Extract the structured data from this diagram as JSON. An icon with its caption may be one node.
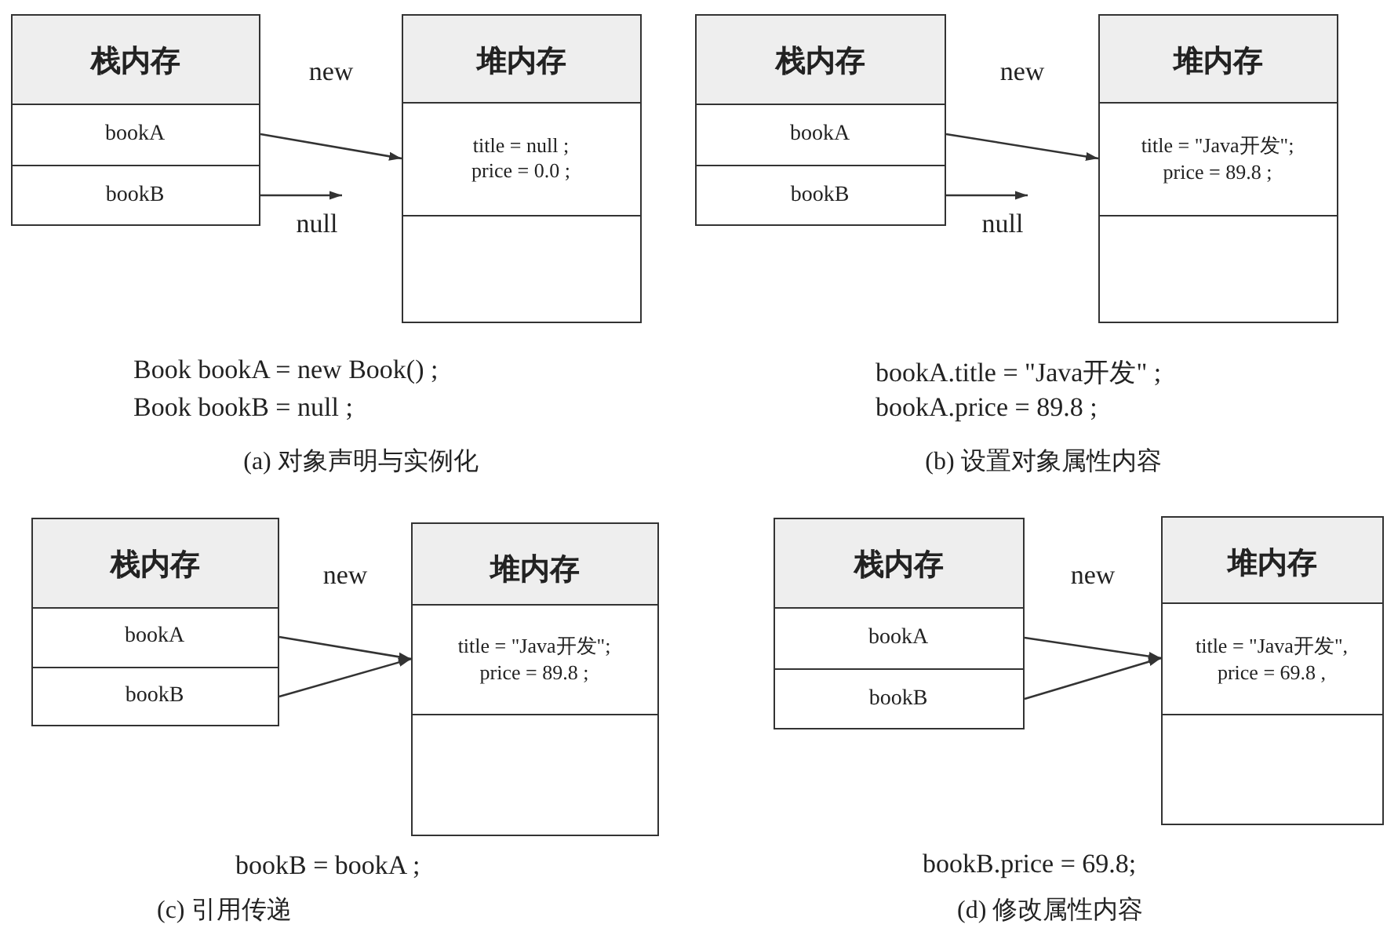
{
  "diagram": {
    "nodes": [
      {
        "text": [
          "栈内存"
        ]
      },
      {
        "text": [
          "bookA"
        ],
        "in": 0
      },
      {
        "text": [
          "bookB"
        ],
        "in": 0
      },
      {
        "text": [
          "堆内存"
        ]
      },
      {
        "text": [
          "title = null ; price = 0.0 ;"
        ],
        "in": 3
      },
      {
        "text": [],
        "shape": "box",
        "in": 3
      },
      {
        "text": [
          "栈内存"
        ]
      },
      {
        "text": [
          "bookA"
        ],
        "in": 6
      },
      {
        "text": [
          "bookB"
        ],
        "in": 6
      },
      {
        "text": [
          "堆内存"
        ]
      },
      {
        "text": [
          "title = \"Java开发\"; price = 89.8 ;"
        ],
        "in": 9
      },
      {
        "text": [],
        "shape": "box",
        "in": 9
      },
      {
        "text": [
          "栈内存"
        ]
      },
      {
        "text": [
          "bookA"
        ],
        "in": 12
      },
      {
        "text": [
          "bookB"
        ],
        "in": 12
      },
      {
        "text": [
          "堆内存"
        ]
      },
      {
        "text": [
          "title = \"Java开发\"; price = 89.8 ;"
        ],
        "in": 15
      },
      {
        "text": [],
        "shape": "box",
        "in": 15
      },
      {
        "text": [
          "栈内存"
        ]
      },
      {
        "text": [
          "bookA"
        ],
        "in": 18
      },
      {
        "text": [
          "bookB"
        ],
        "in": 18
      },
      {
        "text": [
          "堆内存"
        ]
      },
      {
        "text": [
          "title = \"Java开发\", price = 69.8 ,"
        ],
        "in": 21
      },
      {
        "text": [],
        "shape": "box",
        "in": 21
      }
    ],
    "edges": [
      {
        "from": 1,
        "to": 4,
        "arrow": "to",
        "label": "new"
      },
      {
        "from": 2,
        "to": null,
        "arrow": "to",
        "label": "null"
      },
      {
        "from": 7,
        "to": 10,
        "arrow": "to",
        "label": "new"
      },
      {
        "from": 8,
        "to": null,
        "arrow": "to",
        "label": "null"
      },
      {
        "from": 13,
        "to": 16,
        "arrow": "to",
        "label": "new"
      },
      {
        "from": 14,
        "to": 16,
        "arrow": "to"
      },
      {
        "from": 19,
        "to": 22,
        "arrow": "to",
        "label": "new"
      },
      {
        "from": 20,
        "to": 22,
        "arrow": "to"
      }
    ],
    "labels": [
      "Book bookA = new Book() ;",
      "Book bookB = null ;",
      "(a) 对象声明与实例化",
      "bookA.title = \"Java开发\" ;",
      "bookA.price = 89.8 ;",
      "(b) 设置对象属性内容",
      "bookB = bookA ;",
      "(c) 引用传递",
      "bookB.price = 69.8;",
      "(d) 修改属性内容"
    ]
  }
}
